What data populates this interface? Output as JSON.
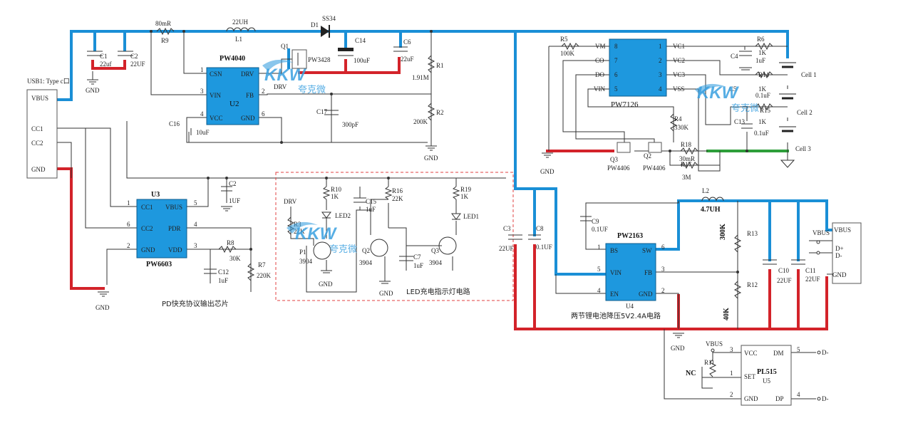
{
  "usb1": {
    "title": "USB1: Type c口",
    "pins": [
      "VBUS",
      "CC1",
      "CC2",
      "GND"
    ]
  },
  "u2": {
    "part": "PW4040",
    "ref": "U2",
    "pins_left": [
      "CSN",
      "VIN",
      "VCC"
    ],
    "pins_right": [
      "DRV",
      "FB",
      "GND"
    ],
    "pin_numbers": [
      "1",
      "3",
      "4",
      "2",
      "6"
    ]
  },
  "u3": {
    "part": "PW6603",
    "ref": "U3",
    "pins_left": [
      "CC1",
      "CC2",
      "GND"
    ],
    "pins_right": [
      "VBUS",
      "PDR",
      "VDD"
    ],
    "pin_numbers": [
      "1",
      "6",
      "2",
      "5",
      "4",
      "3"
    ]
  },
  "pw7126": {
    "part": "PW7126",
    "pins_left": [
      "VM",
      "CO",
      "DO",
      "VIN"
    ],
    "pins_right": [
      "VC1",
      "VC2",
      "VC3",
      "VSS"
    ],
    "pin_numbers": [
      "8",
      "7",
      "6",
      "5",
      "1",
      "2",
      "3",
      "4"
    ]
  },
  "u4": {
    "part": "PW2163",
    "ref": "U4",
    "pins_left": [
      "BS",
      "VIN",
      "EN"
    ],
    "pins_right": [
      "SW",
      "FB",
      "GND"
    ],
    "pin_numbers": [
      "1",
      "5",
      "4",
      "6",
      "3",
      "2"
    ]
  },
  "u5": {
    "part": "PL515",
    "ref": "U5",
    "pins_left": [
      "VCC",
      "SET",
      "GND"
    ],
    "pins_right": [
      "DM",
      "DP"
    ],
    "pin_numbers": [
      "3",
      "1",
      "2",
      "5",
      "4"
    ]
  },
  "usb_out": {
    "pins": [
      "VBUS",
      "D+",
      "D-",
      "GND"
    ]
  },
  "components": {
    "r9": "R9",
    "r9_val": "80mR",
    "l1": "L1",
    "l1_val": "22UH",
    "d1": "D1",
    "d1_val": "SS34",
    "q1": "Q1",
    "q1_val": "PW3428",
    "drv": "DRV",
    "c14": "C14",
    "c14_val": "100uF",
    "c6": "C6",
    "c6_val": "22uF",
    "r1": "R1",
    "r1_val": "1.91M",
    "r2": "R2",
    "r2_val": "200K",
    "c17": "C17",
    "c17_val": "300pF",
    "c16": "C16",
    "c16_val": "10uF",
    "c1": "C1",
    "c1_val": "22uf",
    "c2": "C2",
    "c2_val": "22UF",
    "c2b": "C2",
    "c2b_val": "1UF",
    "r8": "R8",
    "r8_val": "30K",
    "r7": "R7",
    "r7_val": "220K",
    "c12": "C12",
    "c12_val": "1uF",
    "r5": "R5",
    "r5_val": "100K",
    "r4": "R4",
    "r4_val": "330K",
    "r18": "R18",
    "r18_val": "30mR",
    "r17": "R17",
    "r17_val": "3M",
    "q3": "Q3",
    "q3_val": "PW4406",
    "q2": "Q2",
    "q2_val": "PW4406",
    "r6": "R6",
    "r6_val": "1K",
    "c4": "C4",
    "c4_val": "1uF",
    "r14": "R14",
    "r14_val": "1K",
    "c5": "C5",
    "c5_val": "0.1uF",
    "r15": "R15",
    "r15_val": "1K",
    "c13": "C13",
    "c13_val": "0.1uF",
    "cell1": "Cell 1",
    "cell2": "Cell 2",
    "cell3": "Cell 3",
    "r10": "R10",
    "r10_val": "1K",
    "led2": "LED2",
    "c15": "C15",
    "c15_val": "1uF",
    "r16": "R16",
    "r16_val": "22K",
    "r19": "R19",
    "r19_val": "1K",
    "led1": "LED1",
    "r3": "R3",
    "r3_val": "22K",
    "p1": "P1",
    "p1_val": "3904",
    "q2b": "Q2",
    "q2b_val": "3904",
    "c7": "C7",
    "c7_val": "1uF",
    "q3b": "Q3",
    "q3b_val": "3904",
    "drv2": "DRV",
    "c3": "C3",
    "c3_val": "22UF",
    "c8": "C8",
    "c8_val": "0.1UF",
    "c9": "C9",
    "c9_val": "0.1UF",
    "l2": "L2",
    "l2_val": "4.7UH",
    "r13": "R13",
    "r13_val": "300K",
    "r12": "R12",
    "r12_val": "40K",
    "c10": "C10",
    "c10_val": "22UF",
    "c11": "C11",
    "c11_val": "22UF",
    "r11": "R11",
    "nc": "NC",
    "vbus5": "VBUS",
    "gnd": "GND",
    "u5_out_dm": "D-",
    "u5_out_dp": "D-"
  },
  "captions": {
    "pd": "PD快充协议输出芯片",
    "led": "LED充电指示灯电路",
    "buck": "两节锂电池降压5V2.4A电路"
  },
  "watermark": {
    "logo": "KKW",
    "text": "夸克微"
  },
  "colors": {
    "blue_net": "#1a8fd6",
    "red_net": "#d3232a",
    "green_net": "#2e9e3a",
    "ic_fill": "#1e98de"
  }
}
